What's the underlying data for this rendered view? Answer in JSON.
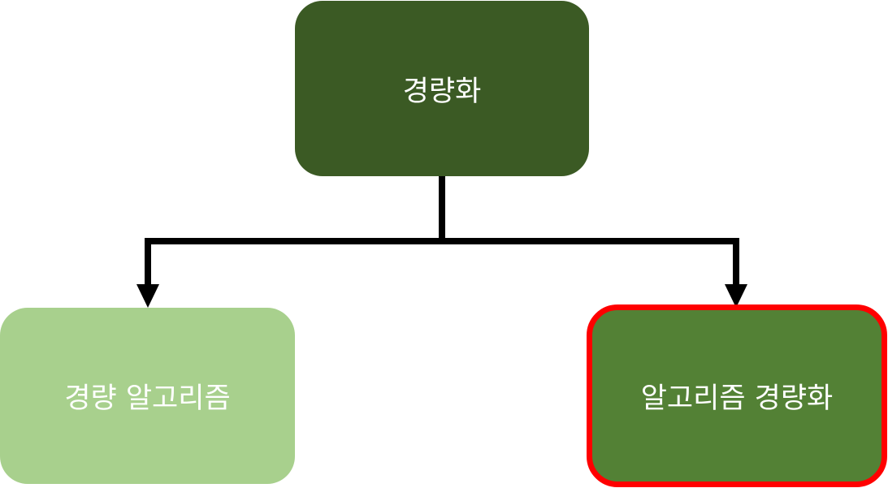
{
  "diagram": {
    "root": {
      "label": "경량화",
      "color": "#3b5a24"
    },
    "children": [
      {
        "label": "경량 알고리즘",
        "color": "#a8d08d",
        "highlighted": false
      },
      {
        "label": "알고리즘 경량화",
        "color": "#538135",
        "highlighted": true,
        "highlight_color": "#ff0000"
      }
    ],
    "connector_color": "#000000"
  }
}
